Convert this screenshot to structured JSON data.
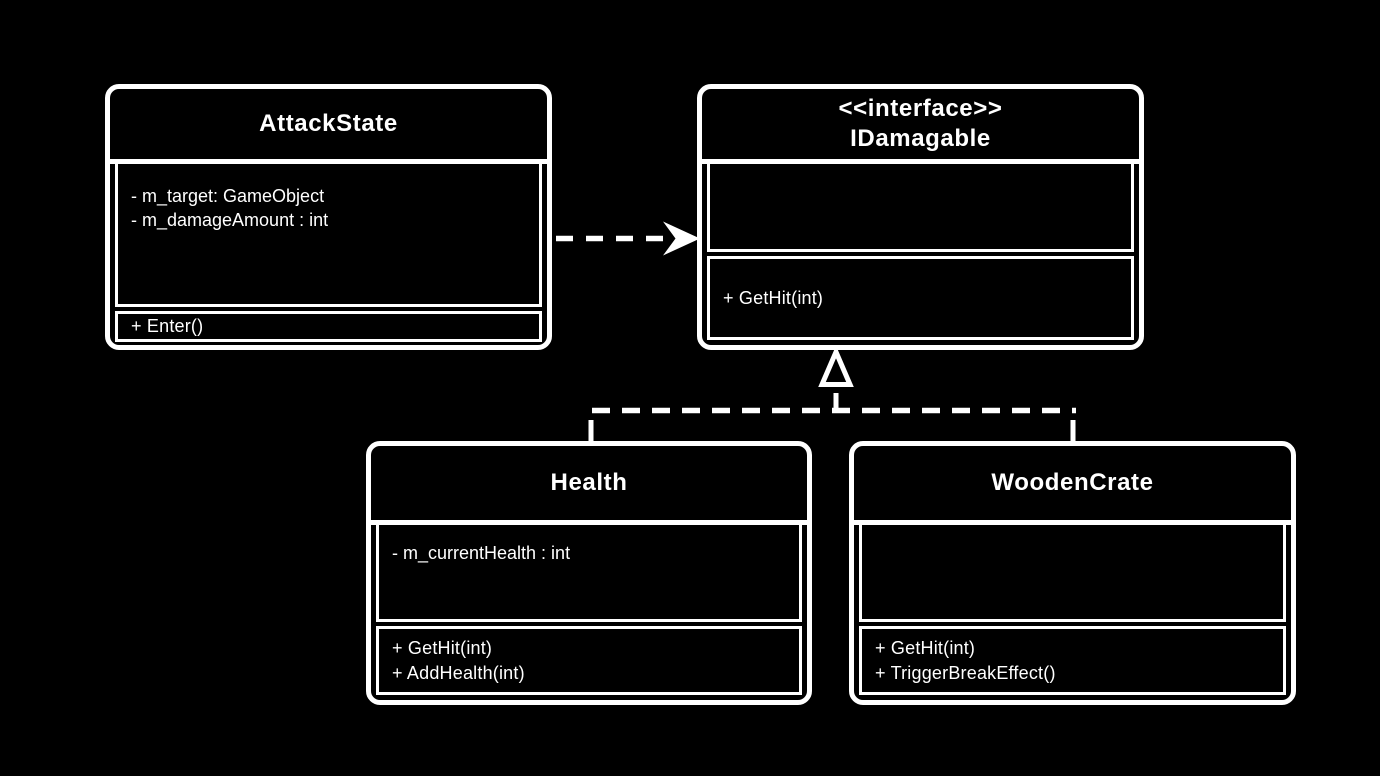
{
  "colors": {
    "background": "#000000",
    "stroke": "#ffffff",
    "text": "#ffffff"
  },
  "classes": [
    {
      "id": "attack-state",
      "name": "AttackState",
      "attributes": [
        "- m_target: GameObject",
        "- m_damageAmount : int"
      ],
      "methods": [
        "+ Enter()"
      ]
    },
    {
      "id": "idamagable",
      "stereotype": "<<interface>>",
      "name": "IDamagable",
      "attributes": [],
      "methods": [
        "+ GetHit(int)"
      ]
    },
    {
      "id": "health",
      "name": "Health",
      "attributes": [
        "- m_currentHealth : int"
      ],
      "methods": [
        "+ GetHit(int)",
        "+ AddHealth(int)"
      ]
    },
    {
      "id": "wooden-crate",
      "name": "WoodenCrate",
      "attributes": [],
      "methods": [
        "+ GetHit(int)",
        "+ TriggerBreakEffect()"
      ]
    }
  ],
  "relations": [
    {
      "type": "dependency",
      "from": "AttackState",
      "to": "IDamagable",
      "line": "dashed",
      "arrowhead": "filled-chevron"
    },
    {
      "type": "realization",
      "from": "Health",
      "to": "IDamagable",
      "line": "dashed",
      "arrowhead": "hollow-triangle"
    },
    {
      "type": "realization",
      "from": "WoodenCrate",
      "to": "IDamagable",
      "line": "dashed",
      "arrowhead": "hollow-triangle"
    }
  ]
}
